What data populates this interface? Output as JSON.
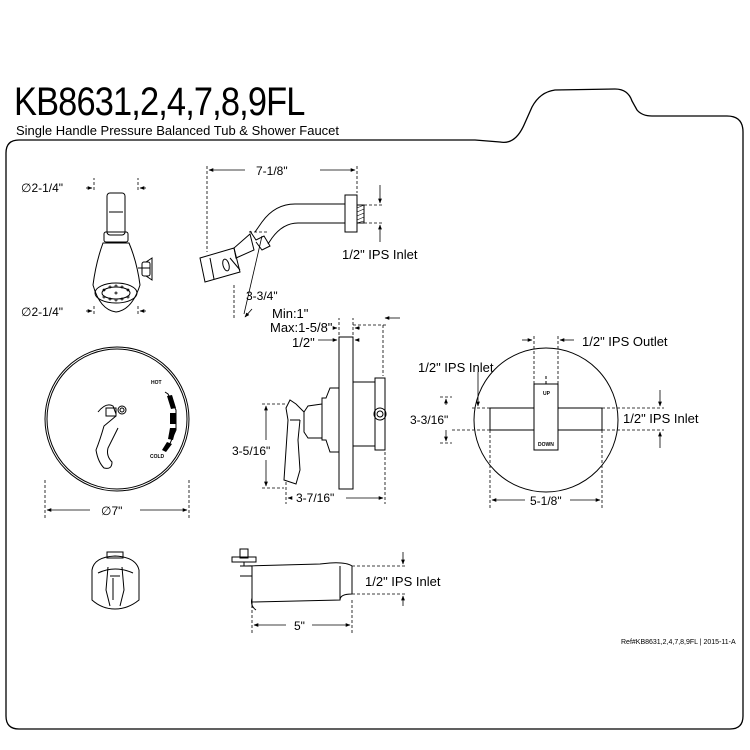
{
  "header": {
    "model": "KB8631,2,4,7,8,9FL",
    "description": "Single Handle Pressure Balanced Tub & Shower Faucet"
  },
  "showerhead_front": {
    "top_dim": "∅2-1/4\"",
    "bottom_dim": "∅2-1/4\""
  },
  "showerhead_side": {
    "arm_length": "7-1/8\"",
    "inlet": "1/2\" IPS Inlet",
    "drop": "3-3/4\""
  },
  "trim_plate": {
    "hot_label": "HOT",
    "cold_label": "COLD",
    "diameter": "∅7\""
  },
  "valve_side": {
    "min": "Min:1\"",
    "max": "Max:1-5/8\"",
    "wall": "1/2\"",
    "height": "3-5/16\"",
    "depth": "3-7/16\""
  },
  "valve_back": {
    "outlet": "1/2\" IPS Outlet",
    "inlet_left": "1/2\" IPS Inlet",
    "inlet_right": "1/2\" IPS Inlet",
    "spacing": "3-3/16\"",
    "width": "5-1/8\"",
    "up_label": "UP",
    "down_label": "DOWN"
  },
  "tub_spout": {
    "inlet": "1/2\" IPS Inlet",
    "length": "5\""
  },
  "footer": {
    "ref": "Ref#KB8631,2,4,7,8,9FL | 2015-11-A"
  }
}
